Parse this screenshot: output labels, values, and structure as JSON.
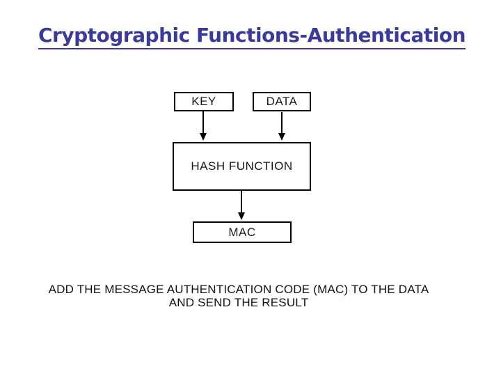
{
  "slide": {
    "title": "Cryptographic Functions-Authentication",
    "title_color": "#3a3a9c",
    "diagram": {
      "nodes": [
        {
          "id": "key",
          "label": "KEY"
        },
        {
          "id": "data",
          "label": "DATA"
        },
        {
          "id": "hash",
          "label": "HASH FUNCTION"
        },
        {
          "id": "mac",
          "label": "MAC"
        }
      ],
      "edges": [
        {
          "from": "key",
          "to": "hash"
        },
        {
          "from": "data",
          "to": "hash"
        },
        {
          "from": "hash",
          "to": "mac"
        }
      ],
      "border_color": "#000000",
      "text_color": "#1a1a1a"
    },
    "caption": {
      "lines": [
        "ADD THE MESSAGE AUTHENTICATION CODE (MAC) TO THE DATA",
        "AND SEND THE RESULT"
      ]
    }
  }
}
